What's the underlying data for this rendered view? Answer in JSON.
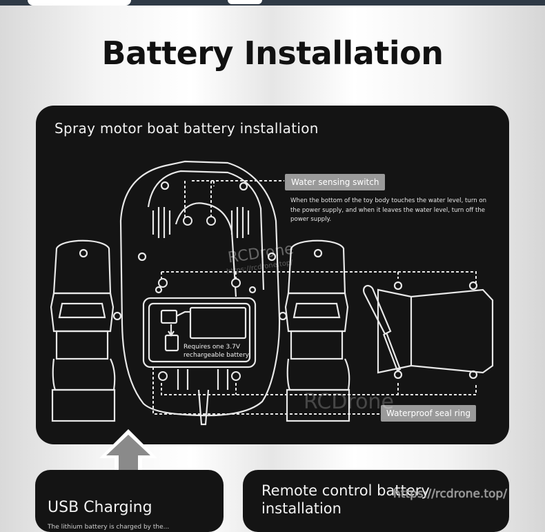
{
  "title": "Battery Installation",
  "main_panel": {
    "heading": "Spray motor boat battery installation",
    "callouts": {
      "water_switch_label": "Water sensing switch",
      "water_switch_description": "When the bottom of the toy body touches the water level, turn on the power supply, and when it leaves the water level, turn off the power supply.",
      "seal_ring_label": "Waterproof seal ring",
      "battery_note": "Requires one 3.7V rechargeable battery"
    },
    "watermark": "RCDrone",
    "watermark_url": "https://rcdrone.top/"
  },
  "usb_panel": {
    "heading": "USB Charging",
    "subtext": "The lithium battery is charged by the..."
  },
  "remote_panel": {
    "heading": "Remote control battery installation"
  },
  "page_watermark": "https://rcdrone.top/",
  "colors": {
    "panel_bg": "#141414",
    "callout_bg": "#9a9a9a",
    "outline": "#e8e8e8"
  }
}
